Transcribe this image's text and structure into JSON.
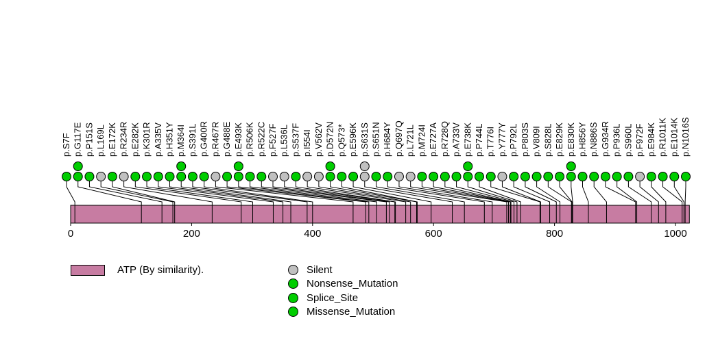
{
  "chart_data": {
    "type": "lollipop",
    "title": "",
    "xlabel": "",
    "ylabel": "",
    "legend_position": "bottom",
    "grid": false,
    "x_axis": {
      "ticks": [
        0,
        200,
        400,
        600,
        800,
        1000
      ],
      "min": 0,
      "max": 1023
    },
    "protein": {
      "name": "ATP (By similarity).",
      "length": 1023,
      "color": "#C77CA2"
    },
    "mutation_types": {
      "Silent": "#C0C0C0",
      "Nonsense_Mutation": "#00CD00",
      "Splice_Site": "#00CD00",
      "Missense_Mutation": "#00CD00"
    },
    "mutations": [
      {
        "label": "p.S7F",
        "pos": 7,
        "type": "Missense_Mutation",
        "count": 1
      },
      {
        "label": "p.G117E",
        "pos": 117,
        "type": "Missense_Mutation",
        "count": 2
      },
      {
        "label": "p.P151S",
        "pos": 151,
        "type": "Missense_Mutation",
        "count": 1
      },
      {
        "label": "p.L169L",
        "pos": 169,
        "type": "Silent",
        "count": 1
      },
      {
        "label": "p.E172K",
        "pos": 172,
        "type": "Missense_Mutation",
        "count": 1
      },
      {
        "label": "p.R234R",
        "pos": 234,
        "type": "Silent",
        "count": 1
      },
      {
        "label": "p.E282K",
        "pos": 282,
        "type": "Missense_Mutation",
        "count": 1
      },
      {
        "label": "p.K301R",
        "pos": 301,
        "type": "Missense_Mutation",
        "count": 1
      },
      {
        "label": "p.A335V",
        "pos": 335,
        "type": "Missense_Mutation",
        "count": 1
      },
      {
        "label": "p.H351Y",
        "pos": 351,
        "type": "Missense_Mutation",
        "count": 1
      },
      {
        "label": "p.M364I",
        "pos": 364,
        "type": "Missense_Mutation",
        "count": 2
      },
      {
        "label": "p.S391L",
        "pos": 391,
        "type": "Missense_Mutation",
        "count": 1
      },
      {
        "label": "p.G400R",
        "pos": 400,
        "type": "Missense_Mutation",
        "count": 1
      },
      {
        "label": "p.R467R",
        "pos": 467,
        "type": "Silent",
        "count": 1
      },
      {
        "label": "p.G488E",
        "pos": 488,
        "type": "Missense_Mutation",
        "count": 1
      },
      {
        "label": "p.E493K",
        "pos": 493,
        "type": "Missense_Mutation",
        "count": 2
      },
      {
        "label": "p.R506K",
        "pos": 506,
        "type": "Missense_Mutation",
        "count": 1
      },
      {
        "label": "p.R522C",
        "pos": 522,
        "type": "Missense_Mutation",
        "count": 1
      },
      {
        "label": "p.F527F",
        "pos": 527,
        "type": "Silent",
        "count": 1
      },
      {
        "label": "p.L536L",
        "pos": 536,
        "type": "Silent",
        "count": 1
      },
      {
        "label": "p.S537F",
        "pos": 537,
        "type": "Missense_Mutation",
        "count": 1
      },
      {
        "label": "p.I554I",
        "pos": 554,
        "type": "Silent",
        "count": 1
      },
      {
        "label": "p.V562V",
        "pos": 562,
        "type": "Silent",
        "count": 1
      },
      {
        "label": "p.D572N",
        "pos": 572,
        "type": "Missense_Mutation",
        "count": 2
      },
      {
        "label": "p.Q573*",
        "pos": 573,
        "type": "Nonsense_Mutation",
        "count": 1
      },
      {
        "label": "p.E596K",
        "pos": 596,
        "type": "Missense_Mutation",
        "count": 1
      },
      {
        "label": "p.S631S",
        "pos": 631,
        "type": "Silent",
        "count": 2
      },
      {
        "label": "p.S651N",
        "pos": 651,
        "type": "Missense_Mutation",
        "count": 1
      },
      {
        "label": "p.H684Y",
        "pos": 684,
        "type": "Missense_Mutation",
        "count": 1
      },
      {
        "label": "p.Q697Q",
        "pos": 697,
        "type": "Silent",
        "count": 1
      },
      {
        "label": "p.L721L",
        "pos": 721,
        "type": "Silent",
        "count": 1
      },
      {
        "label": "p.M724I",
        "pos": 724,
        "type": "Missense_Mutation",
        "count": 1
      },
      {
        "label": "p.E727A",
        "pos": 727,
        "type": "Missense_Mutation",
        "count": 1
      },
      {
        "label": "p.R728Q",
        "pos": 728,
        "type": "Missense_Mutation",
        "count": 1
      },
      {
        "label": "p.A733V",
        "pos": 733,
        "type": "Missense_Mutation",
        "count": 1
      },
      {
        "label": "p.E738K",
        "pos": 738,
        "type": "Missense_Mutation",
        "count": 2
      },
      {
        "label": "p.P744L",
        "pos": 744,
        "type": "Missense_Mutation",
        "count": 1
      },
      {
        "label": "p.T776I",
        "pos": 776,
        "type": "Missense_Mutation",
        "count": 1
      },
      {
        "label": "p.Y777Y",
        "pos": 777,
        "type": "Silent",
        "count": 1
      },
      {
        "label": "p.P792L",
        "pos": 792,
        "type": "Missense_Mutation",
        "count": 1
      },
      {
        "label": "p.P803S",
        "pos": 803,
        "type": "Missense_Mutation",
        "count": 1
      },
      {
        "label": "p.V809I",
        "pos": 809,
        "type": "Missense_Mutation",
        "count": 1
      },
      {
        "label": "p.S828L",
        "pos": 828,
        "type": "Missense_Mutation",
        "count": 1
      },
      {
        "label": "p.E829K",
        "pos": 829,
        "type": "Missense_Mutation",
        "count": 1
      },
      {
        "label": "p.E830K",
        "pos": 830,
        "type": "Missense_Mutation",
        "count": 2
      },
      {
        "label": "p.H856Y",
        "pos": 856,
        "type": "Missense_Mutation",
        "count": 1
      },
      {
        "label": "p.N886S",
        "pos": 886,
        "type": "Missense_Mutation",
        "count": 1
      },
      {
        "label": "p.G934R",
        "pos": 934,
        "type": "Missense_Mutation",
        "count": 1
      },
      {
        "label": "p.P936L",
        "pos": 936,
        "type": "Missense_Mutation",
        "count": 1
      },
      {
        "label": "p.S960L",
        "pos": 960,
        "type": "Missense_Mutation",
        "count": 1
      },
      {
        "label": "p.F972F",
        "pos": 972,
        "type": "Silent",
        "count": 1
      },
      {
        "label": "p.E984K",
        "pos": 984,
        "type": "Missense_Mutation",
        "count": 1
      },
      {
        "label": "p.R1011K",
        "pos": 1011,
        "type": "Missense_Mutation",
        "count": 1
      },
      {
        "label": "p.E1014K",
        "pos": 1014,
        "type": "Missense_Mutation",
        "count": 1
      },
      {
        "label": "p.N1016S",
        "pos": 1016,
        "type": "Missense_Mutation",
        "count": 1
      }
    ]
  },
  "legend": {
    "domain_label": "ATP (By similarity).",
    "items": [
      {
        "label": "Silent",
        "type": "Silent"
      },
      {
        "label": "Nonsense_Mutation",
        "type": "Nonsense_Mutation"
      },
      {
        "label": "Splice_Site",
        "type": "Splice_Site"
      },
      {
        "label": "Missense_Mutation",
        "type": "Missense_Mutation"
      }
    ]
  }
}
